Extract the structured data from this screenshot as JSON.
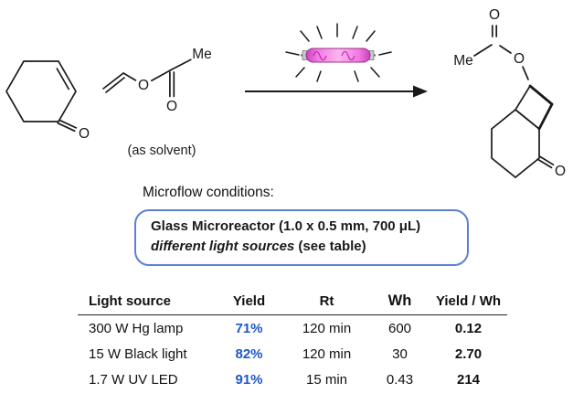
{
  "scheme": {
    "cyclohexenone": {
      "ketone_o": "O"
    },
    "vinyl_acetate": {
      "ester_o": "O",
      "carbonyl_o": "O",
      "methyl": "Me",
      "solvent_note": "(as solvent)"
    },
    "product": {
      "acetyl_o": "O",
      "ester_o": "O",
      "methyl": "Me",
      "ketone_o": "O"
    },
    "lamp_icon": "uv-lamp-icon"
  },
  "conditions": {
    "heading": "Microflow conditions:",
    "box": {
      "line1": "Glass Microreactor (1.0 x 0.5 mm, 700 μL)",
      "line2_emphasis": "different light sources",
      "line2_rest": " (see table)"
    }
  },
  "table": {
    "headers": [
      "Light source",
      "Yield",
      "Rt",
      "Wh",
      "Yield / Wh"
    ],
    "rows": [
      {
        "light_source": "300 W Hg lamp",
        "yield": "71%",
        "rt": "120 min",
        "wh": "600",
        "yield_per_wh": "0.12"
      },
      {
        "light_source": "15 W Black light",
        "yield": "82%",
        "rt": "120 min",
        "wh": "30",
        "yield_per_wh": "2.70"
      },
      {
        "light_source": "1.7 W UV LED",
        "yield": "91%",
        "rt": "15 min",
        "wh": "0.43",
        "yield_per_wh": "214"
      }
    ]
  },
  "colors": {
    "yield_text": "#1f56c9",
    "box_border": "#5b7fd4",
    "lamp_pink": "#f27ae2"
  }
}
